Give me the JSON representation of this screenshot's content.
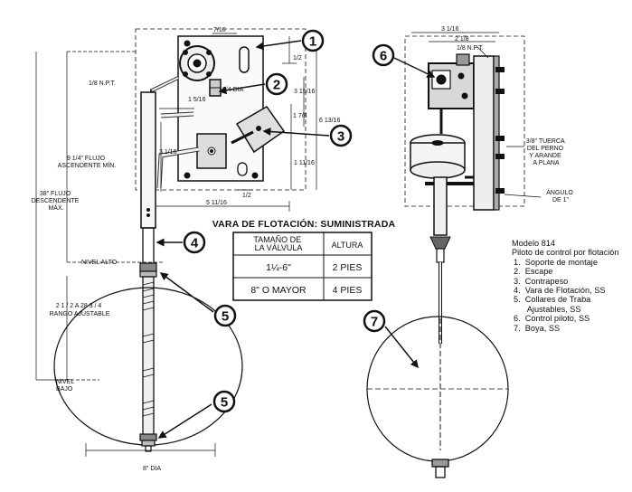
{
  "rod_title": "VARA DE FLOTACIÓN: SUMINISTRADA",
  "table": {
    "headers": [
      "TAMAÑO DE\nLA VÁLVULA",
      "ALTURA"
    ],
    "rows": [
      [
        "1¼-6\"",
        "2 PIES"
      ],
      [
        "8\" O MAYOR",
        "4 PIES"
      ]
    ]
  },
  "callouts": [
    "1",
    "2",
    "3",
    "4",
    "5",
    "5",
    "6",
    "7"
  ],
  "left_labels": {
    "npt": "1/8 N.P.T.",
    "up_flow": "9 1/4\" FLUJO\nASCENDENTE MÍN.",
    "down_flow": "38\" FLUJO\nDESCENDENTE\nMÁX.",
    "high_level": "NIVEL ALTO",
    "range": "2 1 / 2 A 28 3 / 4\nRANGO AJUSTABLE",
    "low_level": "NIVEL\nBAJO",
    "float_dia": "8\" DIA"
  },
  "left_dims": [
    "7/16",
    "1/2",
    "3/4 DIA",
    "1 5/16",
    "3 15/16",
    "1 7/8",
    "6 13/16",
    "3 1/16",
    "1 11/16",
    "1/2",
    "5 11/16"
  ],
  "right_labels": {
    "w_total": "3 1/16",
    "w_part": "2 1/8",
    "npt": "1/8 N.P.T.",
    "nut": "3/8\" TUERCA\nDEL PERNO\nY ARANDE\nA PLANA",
    "angle": "ÁNGULO\nDE 1\""
  },
  "legend": {
    "title": "Modelo 814",
    "subtitle": "Piloto de control por flotación",
    "items": [
      "1.  Soporte de montaje",
      "2.  Escape",
      "3.  Contrapeso",
      "4.  Vara de Flotación, SS",
      "5.  Collares de Traba\n      Ajustables, SS",
      "6.  Control piloto, SS",
      "7.  Boya, SS"
    ]
  }
}
